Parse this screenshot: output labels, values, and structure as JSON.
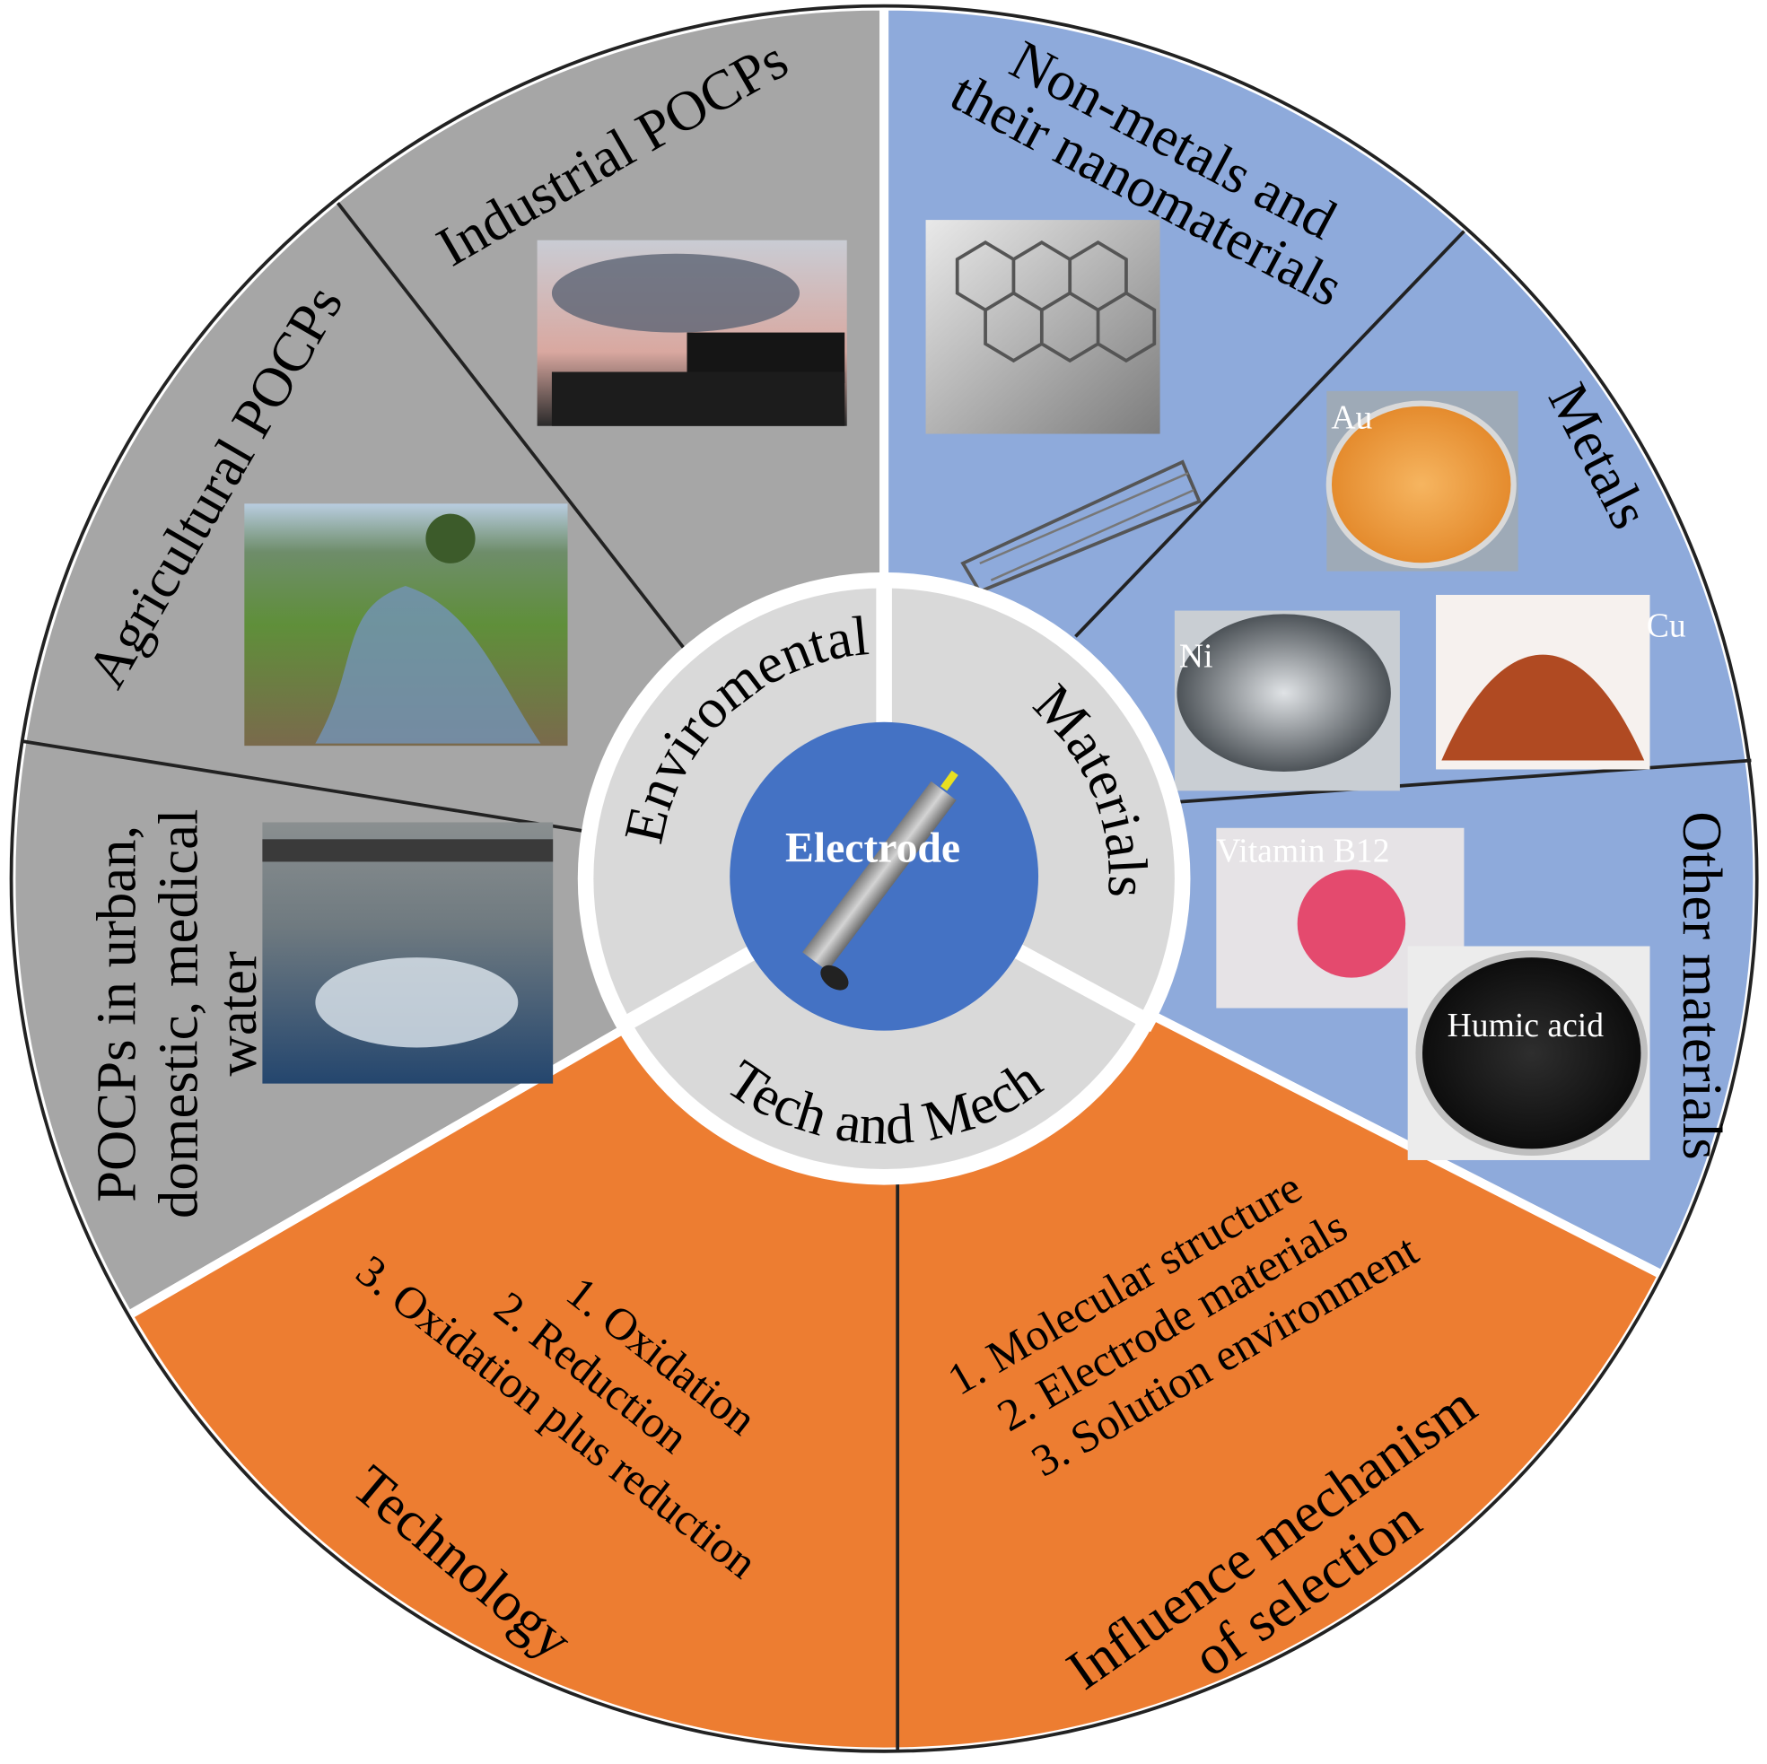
{
  "center": {
    "label": "Electrode"
  },
  "ring": {
    "environmental": "Enviromental",
    "materials": "Materials",
    "tech": "Tech and Mech"
  },
  "environmental": {
    "industrial": "Industrial POCPs",
    "agricultural": "Agricultural POCPs",
    "urban": [
      "POCPs in urban,",
      "domestic, medical",
      "water"
    ]
  },
  "materials": {
    "nonmetals": [
      "Non-metals and",
      "their nanomaterials"
    ],
    "metals": "Metals",
    "metal_labels": {
      "au": "Au",
      "ni": "Ni",
      "cu": "Cu"
    },
    "other": "Other materials",
    "other_labels": {
      "b12": "Vitamin B12",
      "humic": "Humic acid"
    }
  },
  "technology": {
    "title": "Technology",
    "items": [
      "1. Oxidation",
      "2. Reduction",
      "3. Oxidation plus reduction"
    ]
  },
  "influence": {
    "title": [
      "Influence mechanism",
      "of selection"
    ],
    "items": [
      "1. Molecular structure",
      "2. Electrode materials",
      "3. Solution environment"
    ]
  },
  "colors": {
    "gray": "#a6a6a6",
    "blue": "#8eaadb",
    "orange": "#ed7d31",
    "ring": "#d9d9d9",
    "core": "#4472c4"
  }
}
